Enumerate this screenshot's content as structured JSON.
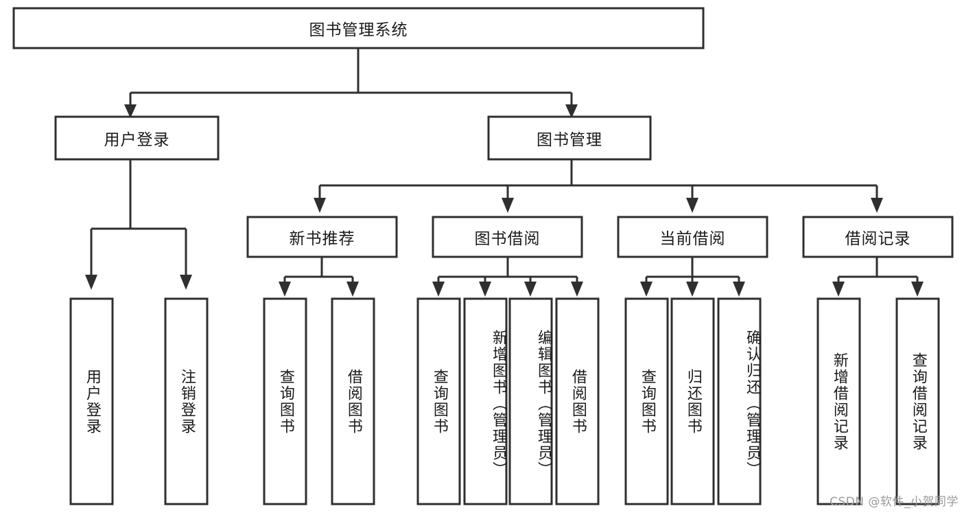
{
  "diagram": {
    "title": "图书管理系统",
    "type": "hierarchy-tree",
    "watermark": "CSDN @软件_小贺同学",
    "colors": {
      "stroke": "#2f2f2f",
      "fill": "#ffffff",
      "text": "#1a1a1a",
      "watermark": "#9a9a9a"
    },
    "levels": {
      "root": {
        "label": "图书管理系统"
      },
      "level2": [
        {
          "label": "用户登录"
        },
        {
          "label": "图书管理"
        }
      ],
      "level3": [
        {
          "label": "新书推荐"
        },
        {
          "label": "图书借阅"
        },
        {
          "label": "当前借阅"
        },
        {
          "label": "借阅记录"
        }
      ],
      "leaves": {
        "user_login": [
          {
            "label": "用户登录"
          },
          {
            "label": "注销登录"
          }
        ],
        "new_book_recommend": [
          {
            "label": "查询图书"
          },
          {
            "label": "借阅图书"
          }
        ],
        "book_borrow": [
          {
            "label": "查询图书"
          },
          {
            "label": "新增图书（管理员）"
          },
          {
            "label": "编辑图书（管理员）"
          },
          {
            "label": "借阅图书"
          }
        ],
        "current_borrow": [
          {
            "label": "查询图书"
          },
          {
            "label": "归还图书"
          },
          {
            "label": "确认归还（管理员）"
          }
        ],
        "borrow_record": [
          {
            "label": "新增借阅记录"
          },
          {
            "label": "查询借阅记录"
          }
        ]
      }
    }
  }
}
